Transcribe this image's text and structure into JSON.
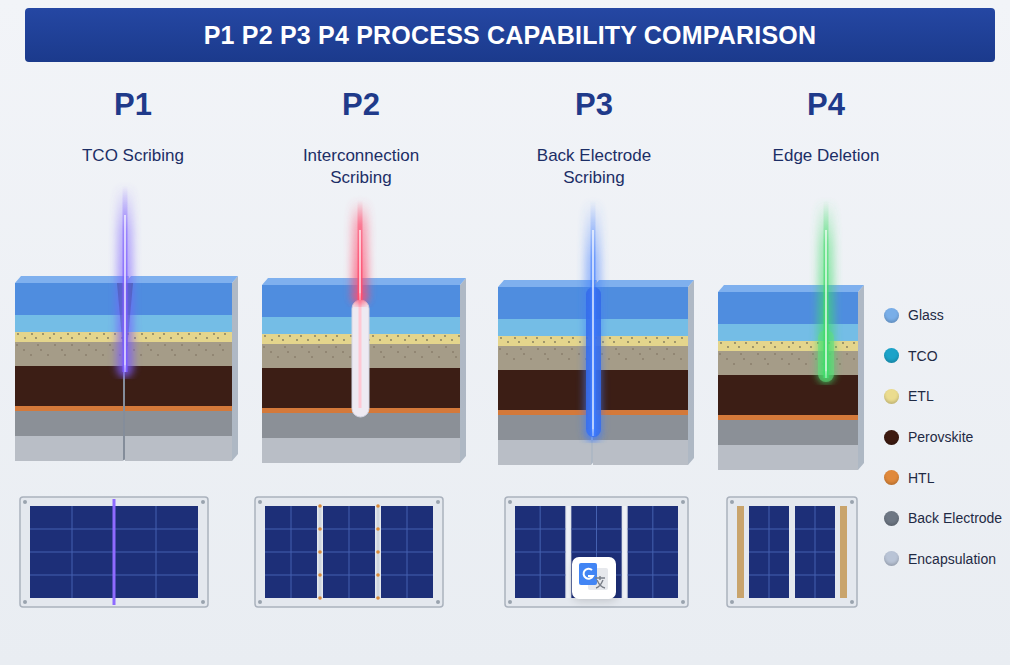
{
  "diagram": {
    "title": "P1 P2 P3 P4 PROCESS CAPABILITY COMPARISON",
    "labels": [
      "P1",
      "TCO Scribing",
      "P2",
      "Interconnection Scribing",
      "P3",
      "Back Electrode Scribing",
      "P4",
      "Edge Deletion"
    ],
    "legend": [
      {
        "text": "Glass",
        "color": "#79aee8"
      },
      {
        "text": "TCO",
        "color": "#1ca3c9"
      },
      {
        "text": "ETL",
        "color": "#ebdc8f"
      },
      {
        "text": "Perovskite",
        "color": "#3d1a10"
      },
      {
        "text": "HTL",
        "color": "#e0893b"
      },
      {
        "text": "Back Electrode",
        "color": "#6e7784"
      },
      {
        "text": "Encapsulation",
        "color": "#b9c4d6"
      }
    ]
  }
}
